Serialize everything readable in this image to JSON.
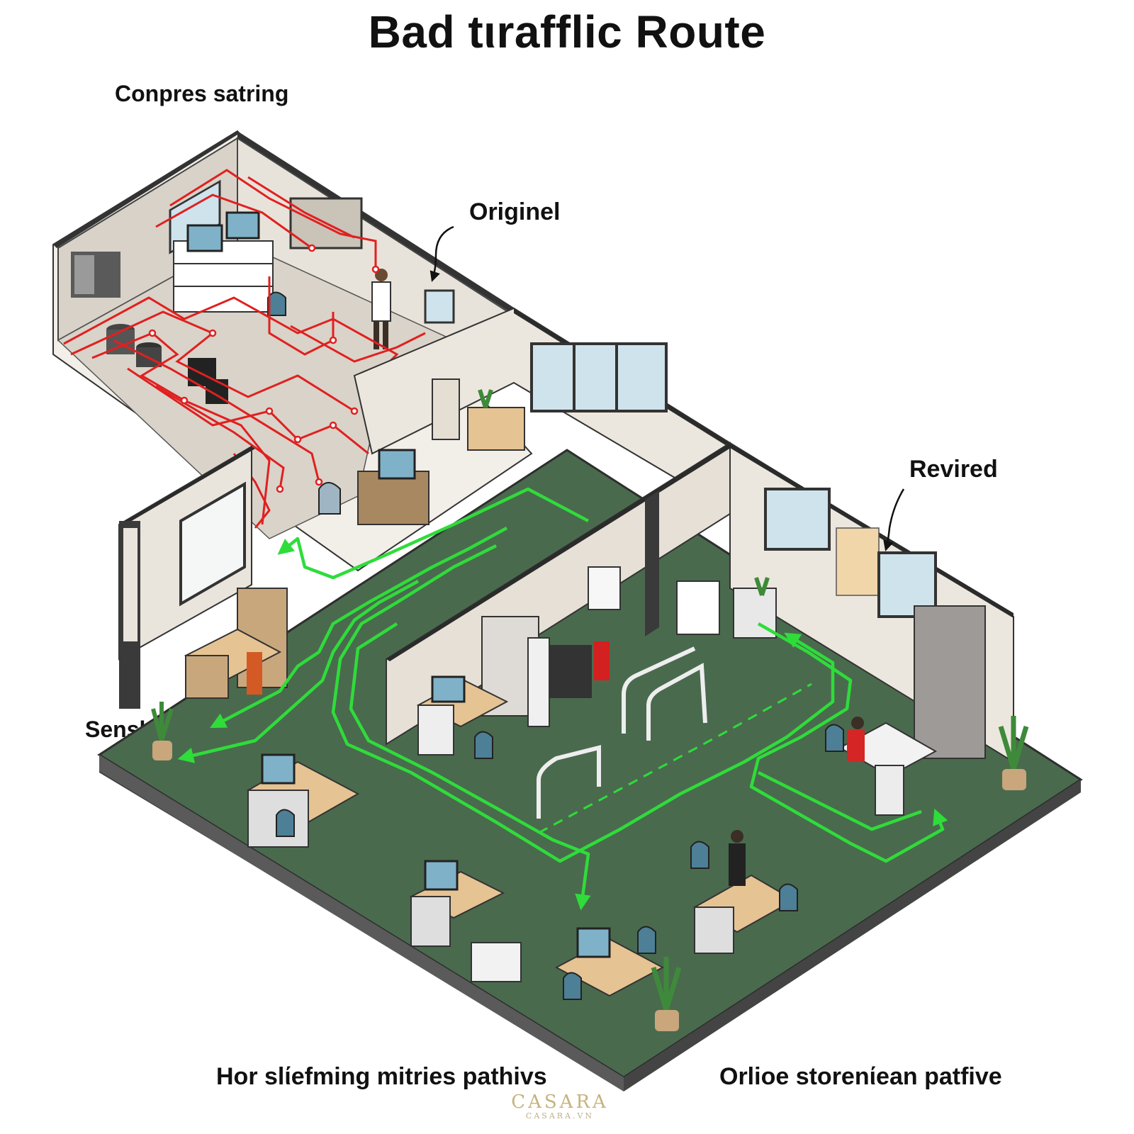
{
  "title": "Bad tιrafflic Route",
  "labels": {
    "top_left": "Conpres satring",
    "original": "Originel",
    "revised": "Revired",
    "side": "Sensberd",
    "bottom_left": "Hor slίefming mitries pathivs",
    "bottom_right": "Orlioe storenίean patfive"
  },
  "watermark": {
    "brand": "CASARA",
    "url": "CASARA.VN"
  },
  "colors": {
    "bad_route": "#e02020",
    "good_route": "#2fdc3a",
    "floor_green": "#4a6a4e",
    "wall": "#e6e0d6",
    "wall_top": "#3a3a3a"
  }
}
